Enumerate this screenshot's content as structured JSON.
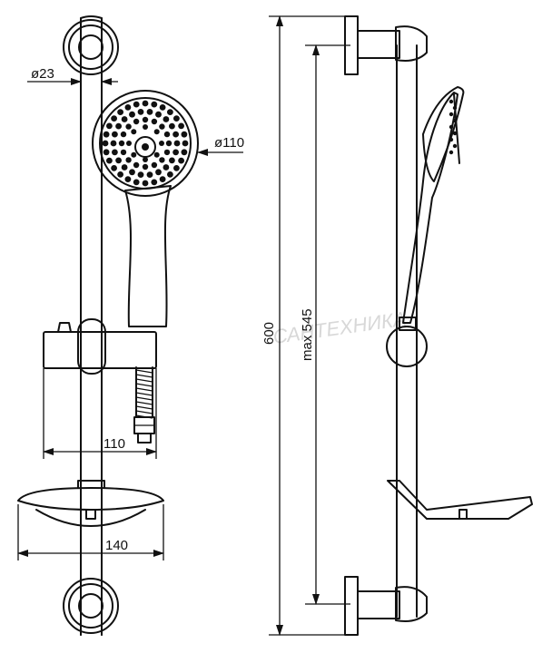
{
  "dimensions": {
    "bar_diameter": "ø23",
    "handset_diameter": "ø110",
    "slider_width": "110",
    "soap_dish_width": "140",
    "total_height": "600",
    "adjustable_height": "max 545"
  },
  "watermark": "САНТЕХНИКА",
  "colors": {
    "line": "#111111",
    "background": "#ffffff",
    "watermark": "#d8d8d8"
  }
}
